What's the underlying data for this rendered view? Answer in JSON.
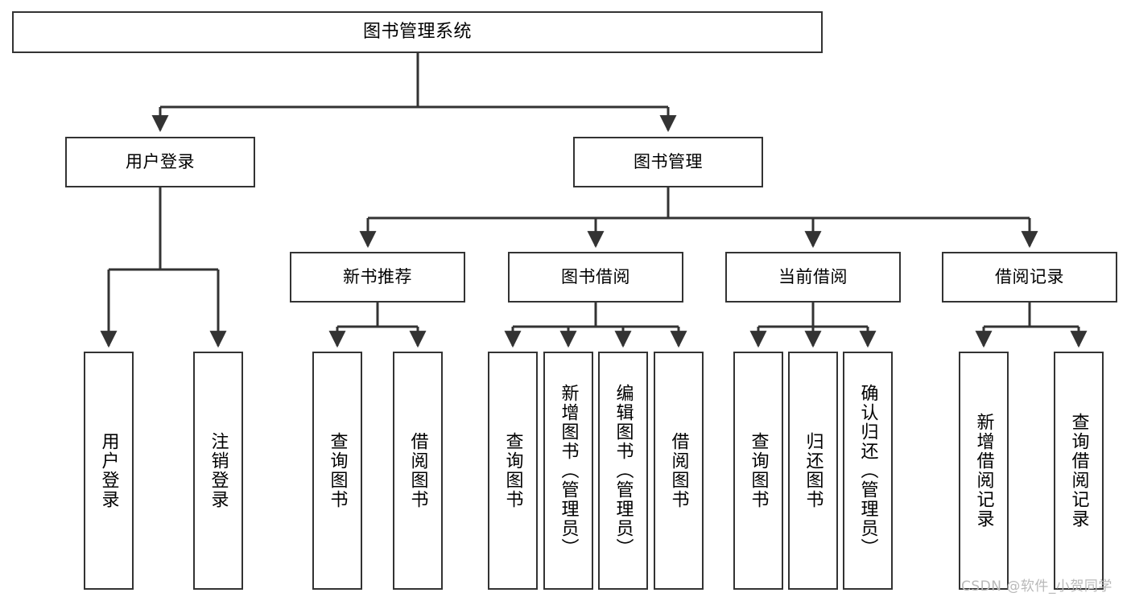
{
  "diagram": {
    "title": "图书管理系统",
    "type": "tree",
    "background": "#ffffff",
    "line_color": "#333333",
    "box_fill": "#ffffff",
    "text_color": "#000000"
  },
  "nodes": {
    "root": {
      "label": "图书管理系统"
    },
    "level2": [
      {
        "id": "user-login",
        "label": "用户登录"
      },
      {
        "id": "book-manage",
        "label": "图书管理"
      }
    ],
    "level3": [
      {
        "id": "new-book-recommend",
        "label": "新书推荐"
      },
      {
        "id": "book-borrow",
        "label": "图书借阅"
      },
      {
        "id": "current-borrow",
        "label": "当前借阅"
      },
      {
        "id": "borrow-record",
        "label": "借阅记录"
      }
    ],
    "leaves": [
      {
        "id": "leaf-user-login",
        "label": "用户登录",
        "parent": "user-login"
      },
      {
        "id": "leaf-logout",
        "label": "注销登录",
        "parent": "user-login"
      },
      {
        "id": "leaf-query-book-1",
        "label": "查询图书",
        "parent": "new-book-recommend"
      },
      {
        "id": "leaf-borrow-book-1",
        "label": "借阅图书",
        "parent": "new-book-recommend"
      },
      {
        "id": "leaf-query-book-2",
        "label": "查询图书",
        "parent": "book-borrow"
      },
      {
        "id": "leaf-add-book",
        "label": "新增图书（管理员）",
        "parent": "book-borrow"
      },
      {
        "id": "leaf-edit-book",
        "label": "编辑图书（管理员）",
        "parent": "book-borrow"
      },
      {
        "id": "leaf-borrow-book-2",
        "label": "借阅图书",
        "parent": "book-borrow"
      },
      {
        "id": "leaf-query-book-3",
        "label": "查询图书",
        "parent": "current-borrow"
      },
      {
        "id": "leaf-return-book",
        "label": "归还图书",
        "parent": "current-borrow"
      },
      {
        "id": "leaf-confirm-return",
        "label": "确认归还（管理员）",
        "parent": "current-borrow"
      },
      {
        "id": "leaf-add-record",
        "label": "新增借阅记录",
        "parent": "borrow-record"
      },
      {
        "id": "leaf-query-record",
        "label": "查询借阅记录",
        "parent": "borrow-record"
      }
    ]
  },
  "watermark": {
    "text": "CSDN @软件_小贺同学"
  }
}
